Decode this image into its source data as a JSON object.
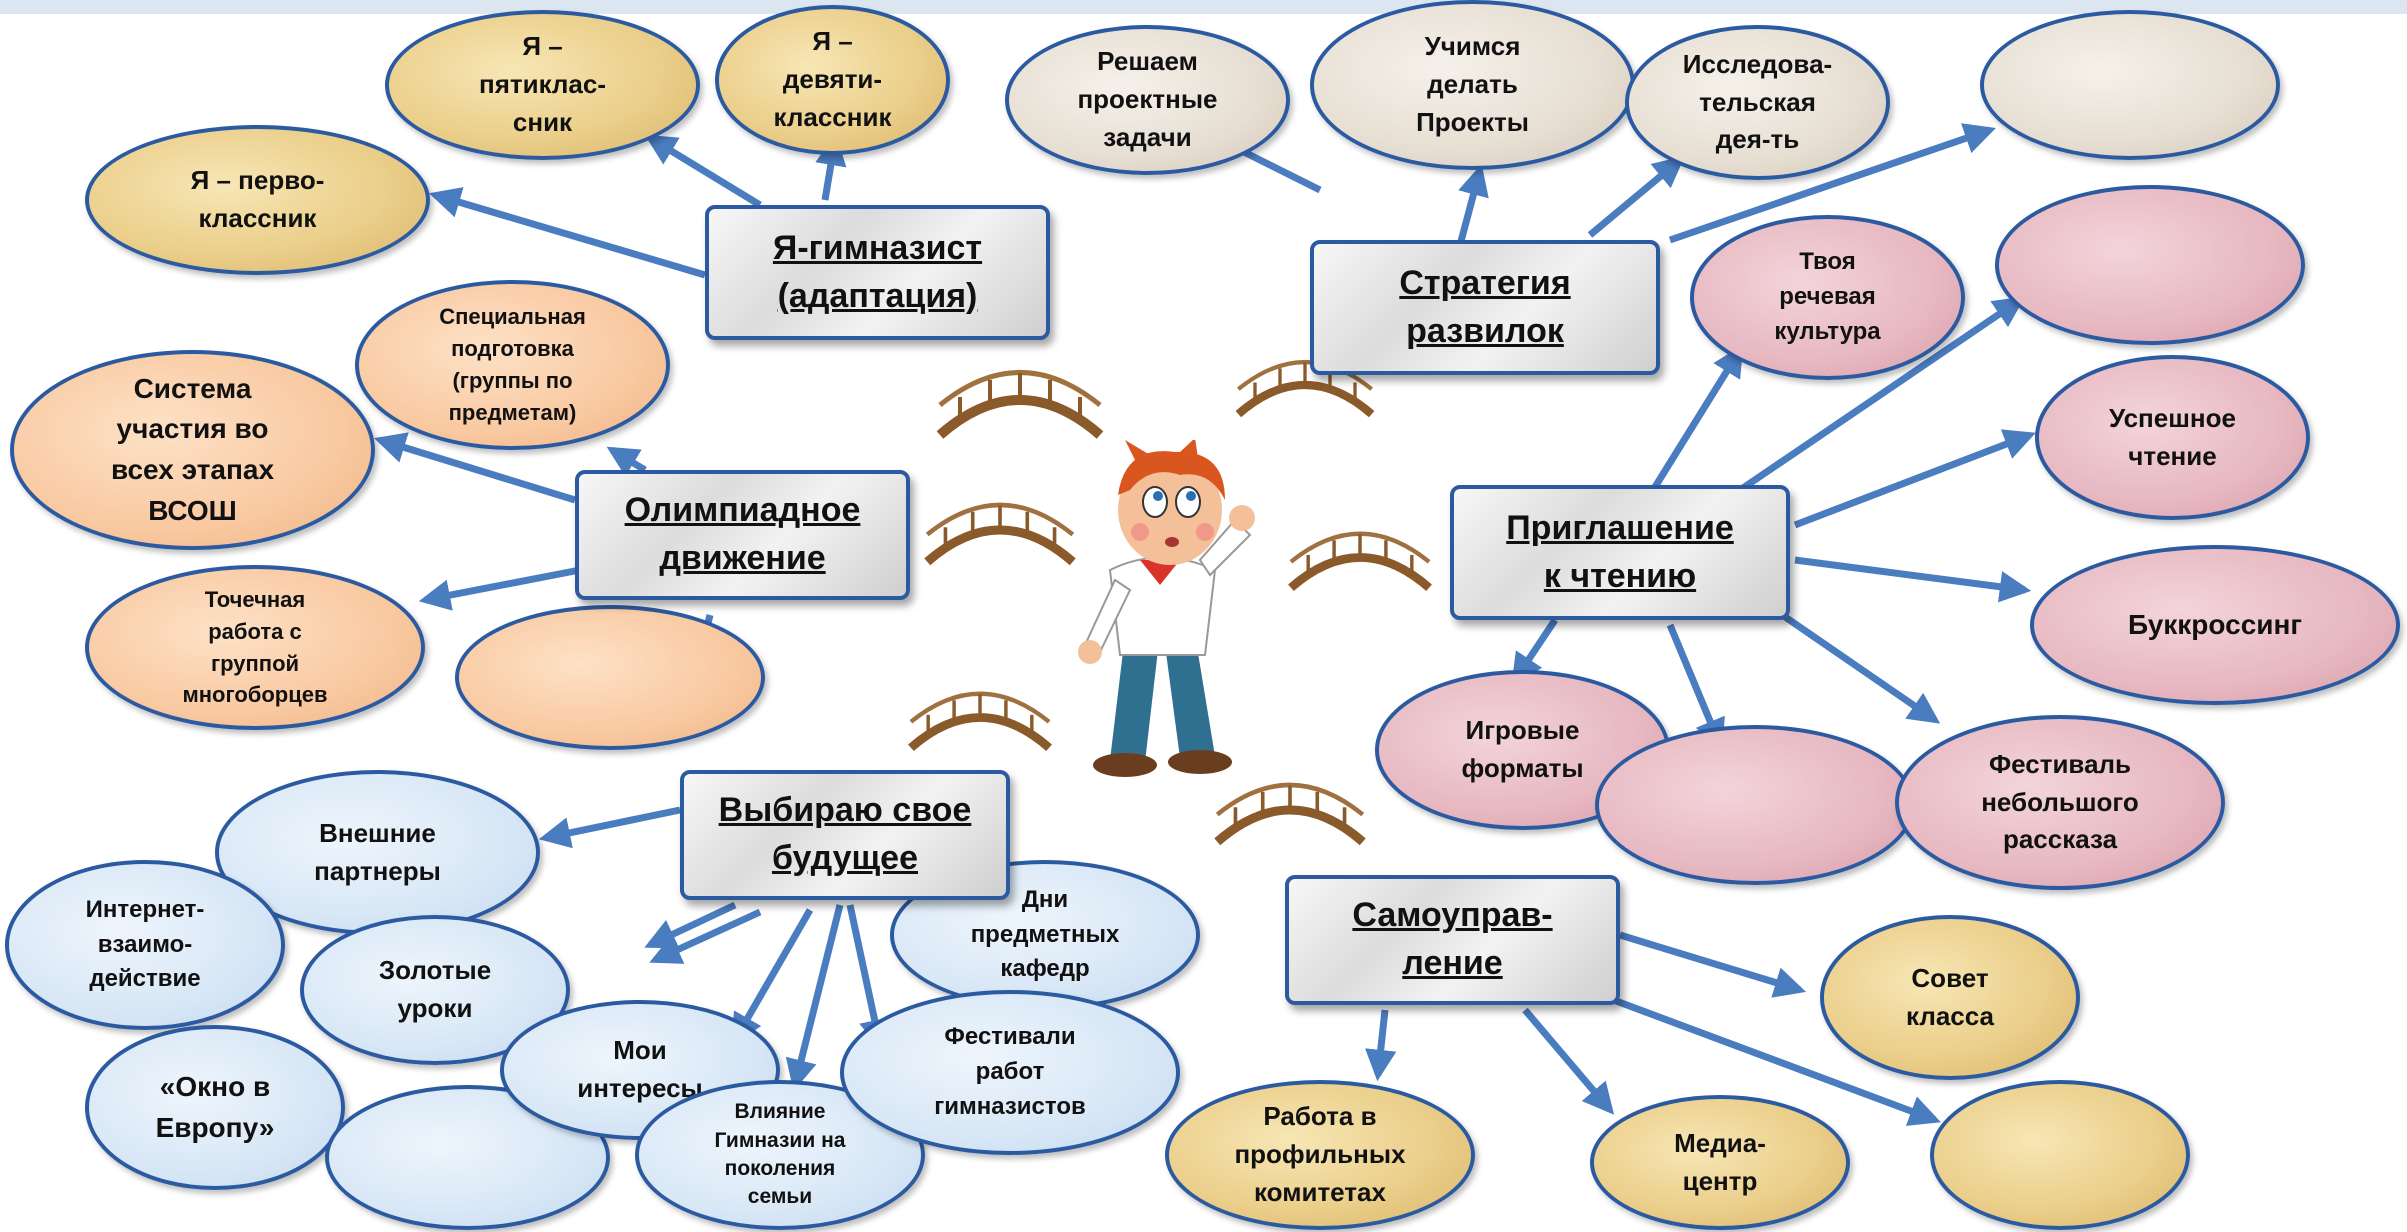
{
  "hubs": {
    "gymnasist": "Я-гимназист\n(адаптация)",
    "strategy": "Стратегия\nразвилок",
    "olympiad": "Олимпиадное\nдвижение",
    "reading": "Приглашение\nк чтению",
    "future": "Выбираю свое\nбудущее",
    "selfgov": "Самоуправ-\nление"
  },
  "nodes": {
    "first_grader": "Я – перво-\nклассник",
    "fifth_grader": "Я –\nпятиклас-\nсник",
    "ninth_grader": "Я –\nдевяти-\nклассник",
    "project_tasks": "Решаем\nпроектные\nзадачи",
    "learn_projects": "Учимся\nделать\nПроекты",
    "research": "Исследова-\nтельская\nдея-ть",
    "top_right_blank": "",
    "special_prep": "Специальная\nподготовка\n(группы по\nпредметам)",
    "vsosh": "Система\nучастия во\nвсех этапах\nВСОШ",
    "point_work": "Точечная\nработа с\nгруппой\nмногоборцев",
    "olymp_blank": "",
    "speech_culture": "Твоя\nречевая\nкультура",
    "pink_top_blank": "",
    "success_reading": "Успешное\nчтение",
    "bookcrossing": "Буккроссинг",
    "game_formats": "Игровые\nформаты",
    "pink_mid_blank": "",
    "short_story": "Фестиваль\nнебольшого\nрассказа",
    "ext_partners": "Внешние\nпартнеры",
    "internet": "Интернет-\nвзаимо-\nдействие",
    "golden_lessons": "Золотые\nуроки",
    "window_europe": "«Окно в\nЕвропу»",
    "blue_blank": "",
    "my_interests": "Мои\nинтересы",
    "influence": "Влияние\nГимназии на\nпоколения\nсемьи",
    "subject_days": "Дни\nпредметных\nкафедр",
    "festivals": "Фестивали\nработ\nгимназистов",
    "class_council": "Совет\nкласса",
    "committees": "Работа в\nпрофильных\nкомитетах",
    "media_center": "Медиа-\nцентр",
    "gold_blank": ""
  },
  "colors": {
    "arrow": "#4a7cc0",
    "border": "#2c5aa0",
    "parchment": "#ebcf8b",
    "stone": "#e6ded2",
    "peach": "#f9c9a1",
    "rose": "#e7b8c1",
    "sky": "#d8e7f6"
  },
  "illustration": {
    "boy": "thinking-boy-illustration",
    "bridges": "wooden-bridge-icon"
  }
}
